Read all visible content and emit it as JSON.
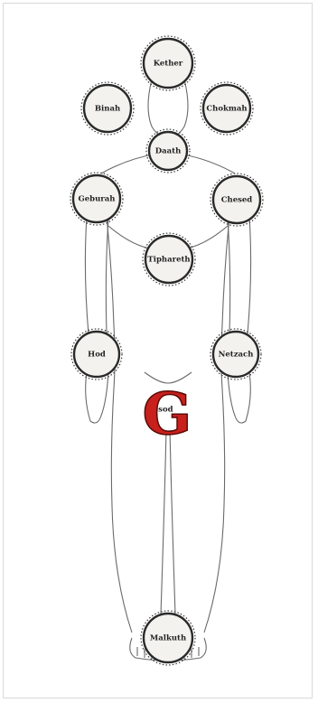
{
  "diagram": {
    "nodes": [
      {
        "key": "kether",
        "label": "Kether"
      },
      {
        "key": "binah",
        "label": "Binah"
      },
      {
        "key": "chokmah",
        "label": "Chokmah"
      },
      {
        "key": "daath",
        "label": "Daath"
      },
      {
        "key": "geburah",
        "label": "Geburah"
      },
      {
        "key": "chesed",
        "label": "Chesed"
      },
      {
        "key": "tiphareth",
        "label": "Tiphareth"
      },
      {
        "key": "hod",
        "label": "Hod"
      },
      {
        "key": "netzach",
        "label": "Netzach"
      },
      {
        "key": "yesod",
        "label": "Yesod"
      },
      {
        "key": "malkuth",
        "label": "Malkuth"
      }
    ],
    "emblem": {
      "letter": "G",
      "color": "#c8201c"
    }
  }
}
